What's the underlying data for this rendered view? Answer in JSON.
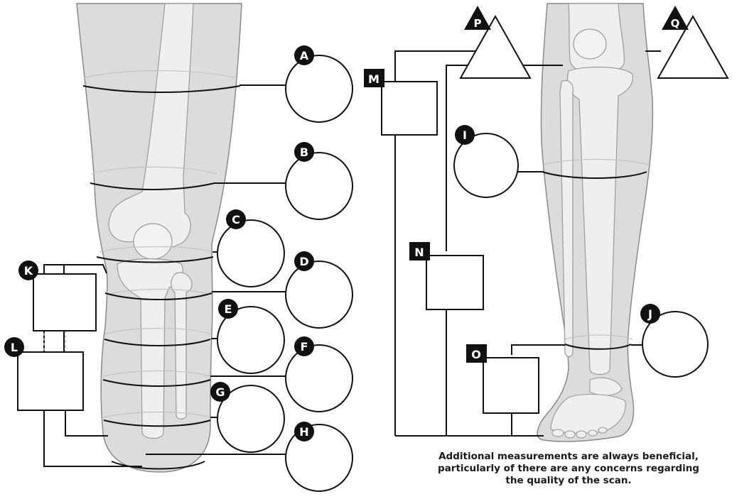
{
  "markers": {
    "circles": [
      "A",
      "B",
      "C",
      "D",
      "E",
      "F",
      "G",
      "H",
      "I",
      "J"
    ],
    "squares": [
      "K",
      "L",
      "M",
      "N",
      "O"
    ],
    "triangles": [
      "P",
      "Q"
    ]
  },
  "note": {
    "line1": "Additional measurements are always beneficial,",
    "line2": "particularly of there are any concerns regarding",
    "line3": "the quality of the scan."
  },
  "colors": {
    "leg_fill": "#dcdcdc",
    "bone_fill": "#eeeeee",
    "line": "#111111",
    "badge": "#111111"
  }
}
